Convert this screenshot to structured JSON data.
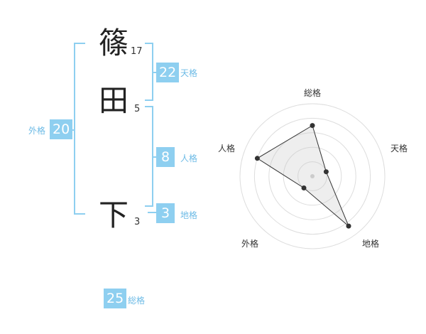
{
  "colors": {
    "accent": "#8ecff0",
    "accent_text": "#6dbbe6",
    "line": "#8ecff0"
  },
  "characters": [
    {
      "char": "篠",
      "strokes": "17"
    },
    {
      "char": "田",
      "strokes": "5"
    },
    {
      "char": "下",
      "strokes": "3"
    }
  ],
  "fortune": {
    "tenkaku": {
      "value": "22",
      "label": "天格"
    },
    "jinkaku": {
      "value": "8",
      "label": "人格"
    },
    "chikaku": {
      "value": "3",
      "label": "地格"
    },
    "gaikaku": {
      "value": "20",
      "label": "外格"
    },
    "soukaku": {
      "value": "25",
      "label": "総格"
    }
  },
  "chart_data": {
    "type": "radar",
    "axes": [
      "総格",
      "天格",
      "地格",
      "外格",
      "人格"
    ],
    "values": [
      0.7,
      0.2,
      0.85,
      0.2,
      0.8
    ],
    "range": [
      0,
      1
    ],
    "rings": 5,
    "center_marker": true
  }
}
